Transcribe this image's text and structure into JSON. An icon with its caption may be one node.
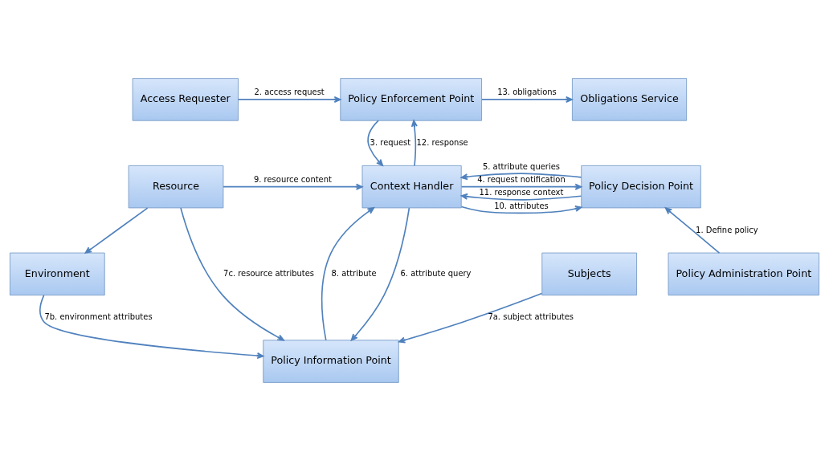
{
  "diagram": {
    "nodes": [
      {
        "text": [
          "Access Requester"
        ]
      },
      {
        "text": [
          "Policy Enforcement Point"
        ]
      },
      {
        "text": [
          "Obligations Service"
        ]
      },
      {
        "text": [
          "Policy Decision Point"
        ]
      },
      {
        "text": [
          "Context Handler"
        ]
      },
      {
        "text": [
          "Resource"
        ]
      },
      {
        "text": [
          "Policy Information Point"
        ]
      },
      {
        "text": [
          "Policy Administration Point"
        ]
      },
      {
        "text": [
          "Subjects"
        ]
      },
      {
        "text": [
          "Environment"
        ]
      }
    ],
    "edges": [
      {
        "from": 0,
        "to": 1,
        "arrow": "to",
        "label": "2. access request"
      },
      {
        "from": 1,
        "to": 2,
        "arrow": "to",
        "label": "13. obligations"
      },
      {
        "from": 1,
        "to": 4,
        "arrow": "to",
        "label": "3. request"
      },
      {
        "from": 4,
        "to": 1,
        "arrow": "to",
        "label": "12. response"
      },
      {
        "from": 4,
        "to": 3,
        "arrow": "to",
        "label": "4. request notification"
      },
      {
        "from": 3,
        "to": 4,
        "arrow": "to",
        "label": "5. attribute queries"
      },
      {
        "from": 4,
        "to": 3,
        "arrow": "to",
        "label": "10. attributes"
      },
      {
        "from": 3,
        "to": 4,
        "arrow": "to",
        "label": "11. response context"
      },
      {
        "from": 5,
        "to": 4,
        "arrow": "to",
        "label": "9. resource content"
      },
      {
        "from": 4,
        "to": 6,
        "arrow": "to",
        "label": "6. attribute query"
      },
      {
        "from": 6,
        "to": 4,
        "arrow": "to",
        "label": "8. attribute"
      },
      {
        "from": 5,
        "to": 6,
        "arrow": "to",
        "label": "7c. resource attributes"
      },
      {
        "from": 9,
        "to": 6,
        "arrow": "to",
        "label": "7b. environment attributes"
      },
      {
        "from": 8,
        "to": 6,
        "arrow": "to",
        "label": "7a. subject attributes"
      },
      {
        "from": 7,
        "to": 3,
        "arrow": "to",
        "label": "1. Define policy"
      },
      {
        "from": 5,
        "to": 9,
        "arrow": "to"
      }
    ]
  }
}
